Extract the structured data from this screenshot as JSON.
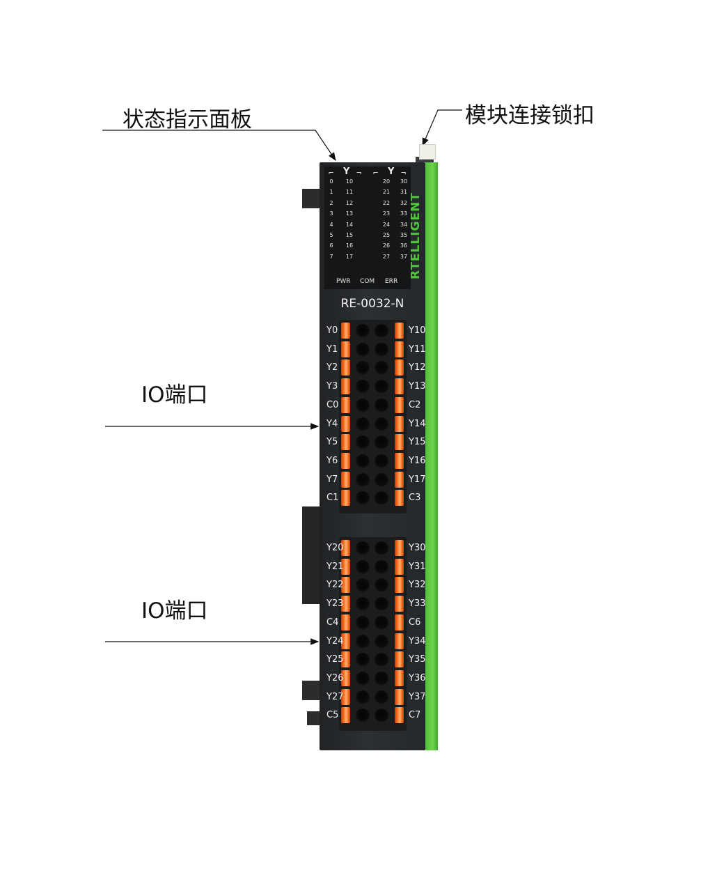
{
  "callouts": {
    "status_panel": "状态指示面板",
    "module_latch": "模块连接锁扣",
    "io_port_upper": "IO端口",
    "io_port_lower": "IO端口"
  },
  "module": {
    "brand": "RTELLIGENT",
    "model": "RE-0032-N",
    "led_groups": [
      "Y",
      "Y"
    ],
    "led_columns": [
      [
        "0",
        "1",
        "2",
        "3",
        "4",
        "5",
        "6",
        "7"
      ],
      [
        "10",
        "11",
        "12",
        "13",
        "14",
        "15",
        "16",
        "17"
      ],
      [
        "20",
        "21",
        "22",
        "23",
        "24",
        "25",
        "26",
        "27"
      ],
      [
        "30",
        "31",
        "32",
        "33",
        "34",
        "35",
        "36",
        "37"
      ]
    ],
    "status_leds": [
      "PWR",
      "COM",
      "ERR"
    ],
    "upper_terminal": {
      "left_labels": [
        "Y0",
        "Y1",
        "Y2",
        "Y3",
        "C0",
        "Y4",
        "Y5",
        "Y6",
        "Y7",
        "C1"
      ],
      "right_labels": [
        "Y10",
        "Y11",
        "Y12",
        "Y13",
        "C2",
        "Y14",
        "Y15",
        "Y16",
        "Y17",
        "C3"
      ]
    },
    "lower_terminal": {
      "left_labels": [
        "Y20",
        "Y21",
        "Y22",
        "Y23",
        "C4",
        "Y24",
        "Y25",
        "Y26",
        "Y27",
        "C5"
      ],
      "right_labels": [
        "Y30",
        "Y31",
        "Y32",
        "Y33",
        "C6",
        "Y34",
        "Y35",
        "Y36",
        "Y37",
        "C7"
      ]
    }
  },
  "colors": {
    "body": "#26292b",
    "accent_green": "#5cc940",
    "terminal_orange": "#ff7a2a"
  }
}
